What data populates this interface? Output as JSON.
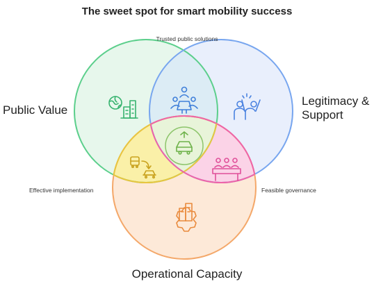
{
  "title": "The sweet spot for smart mobility success",
  "sets": {
    "public_value": "Public Value",
    "legitimacy_line1": "Legitimacy &",
    "legitimacy_line2": "Support",
    "operational_capacity": "Operational Capacity"
  },
  "intersections": {
    "trusted": "Trusted public solutions",
    "effective": "Effective implementation",
    "feasible": "Feasible governance"
  },
  "colors": {
    "green": "#5ccf8c",
    "blue": "#78a6ef",
    "orange": "#f4a86a",
    "yellow": "#f2d84a",
    "pink": "#ee64a8",
    "center": "#aedb8a"
  },
  "icons": {
    "public_value": "globe-city-icon",
    "legitimacy": "high-five-icon",
    "operational": "gear-building-icon",
    "trusted": "meeting-icon",
    "effective": "transit-icon",
    "feasible": "council-icon",
    "center": "electric-car-icon"
  }
}
